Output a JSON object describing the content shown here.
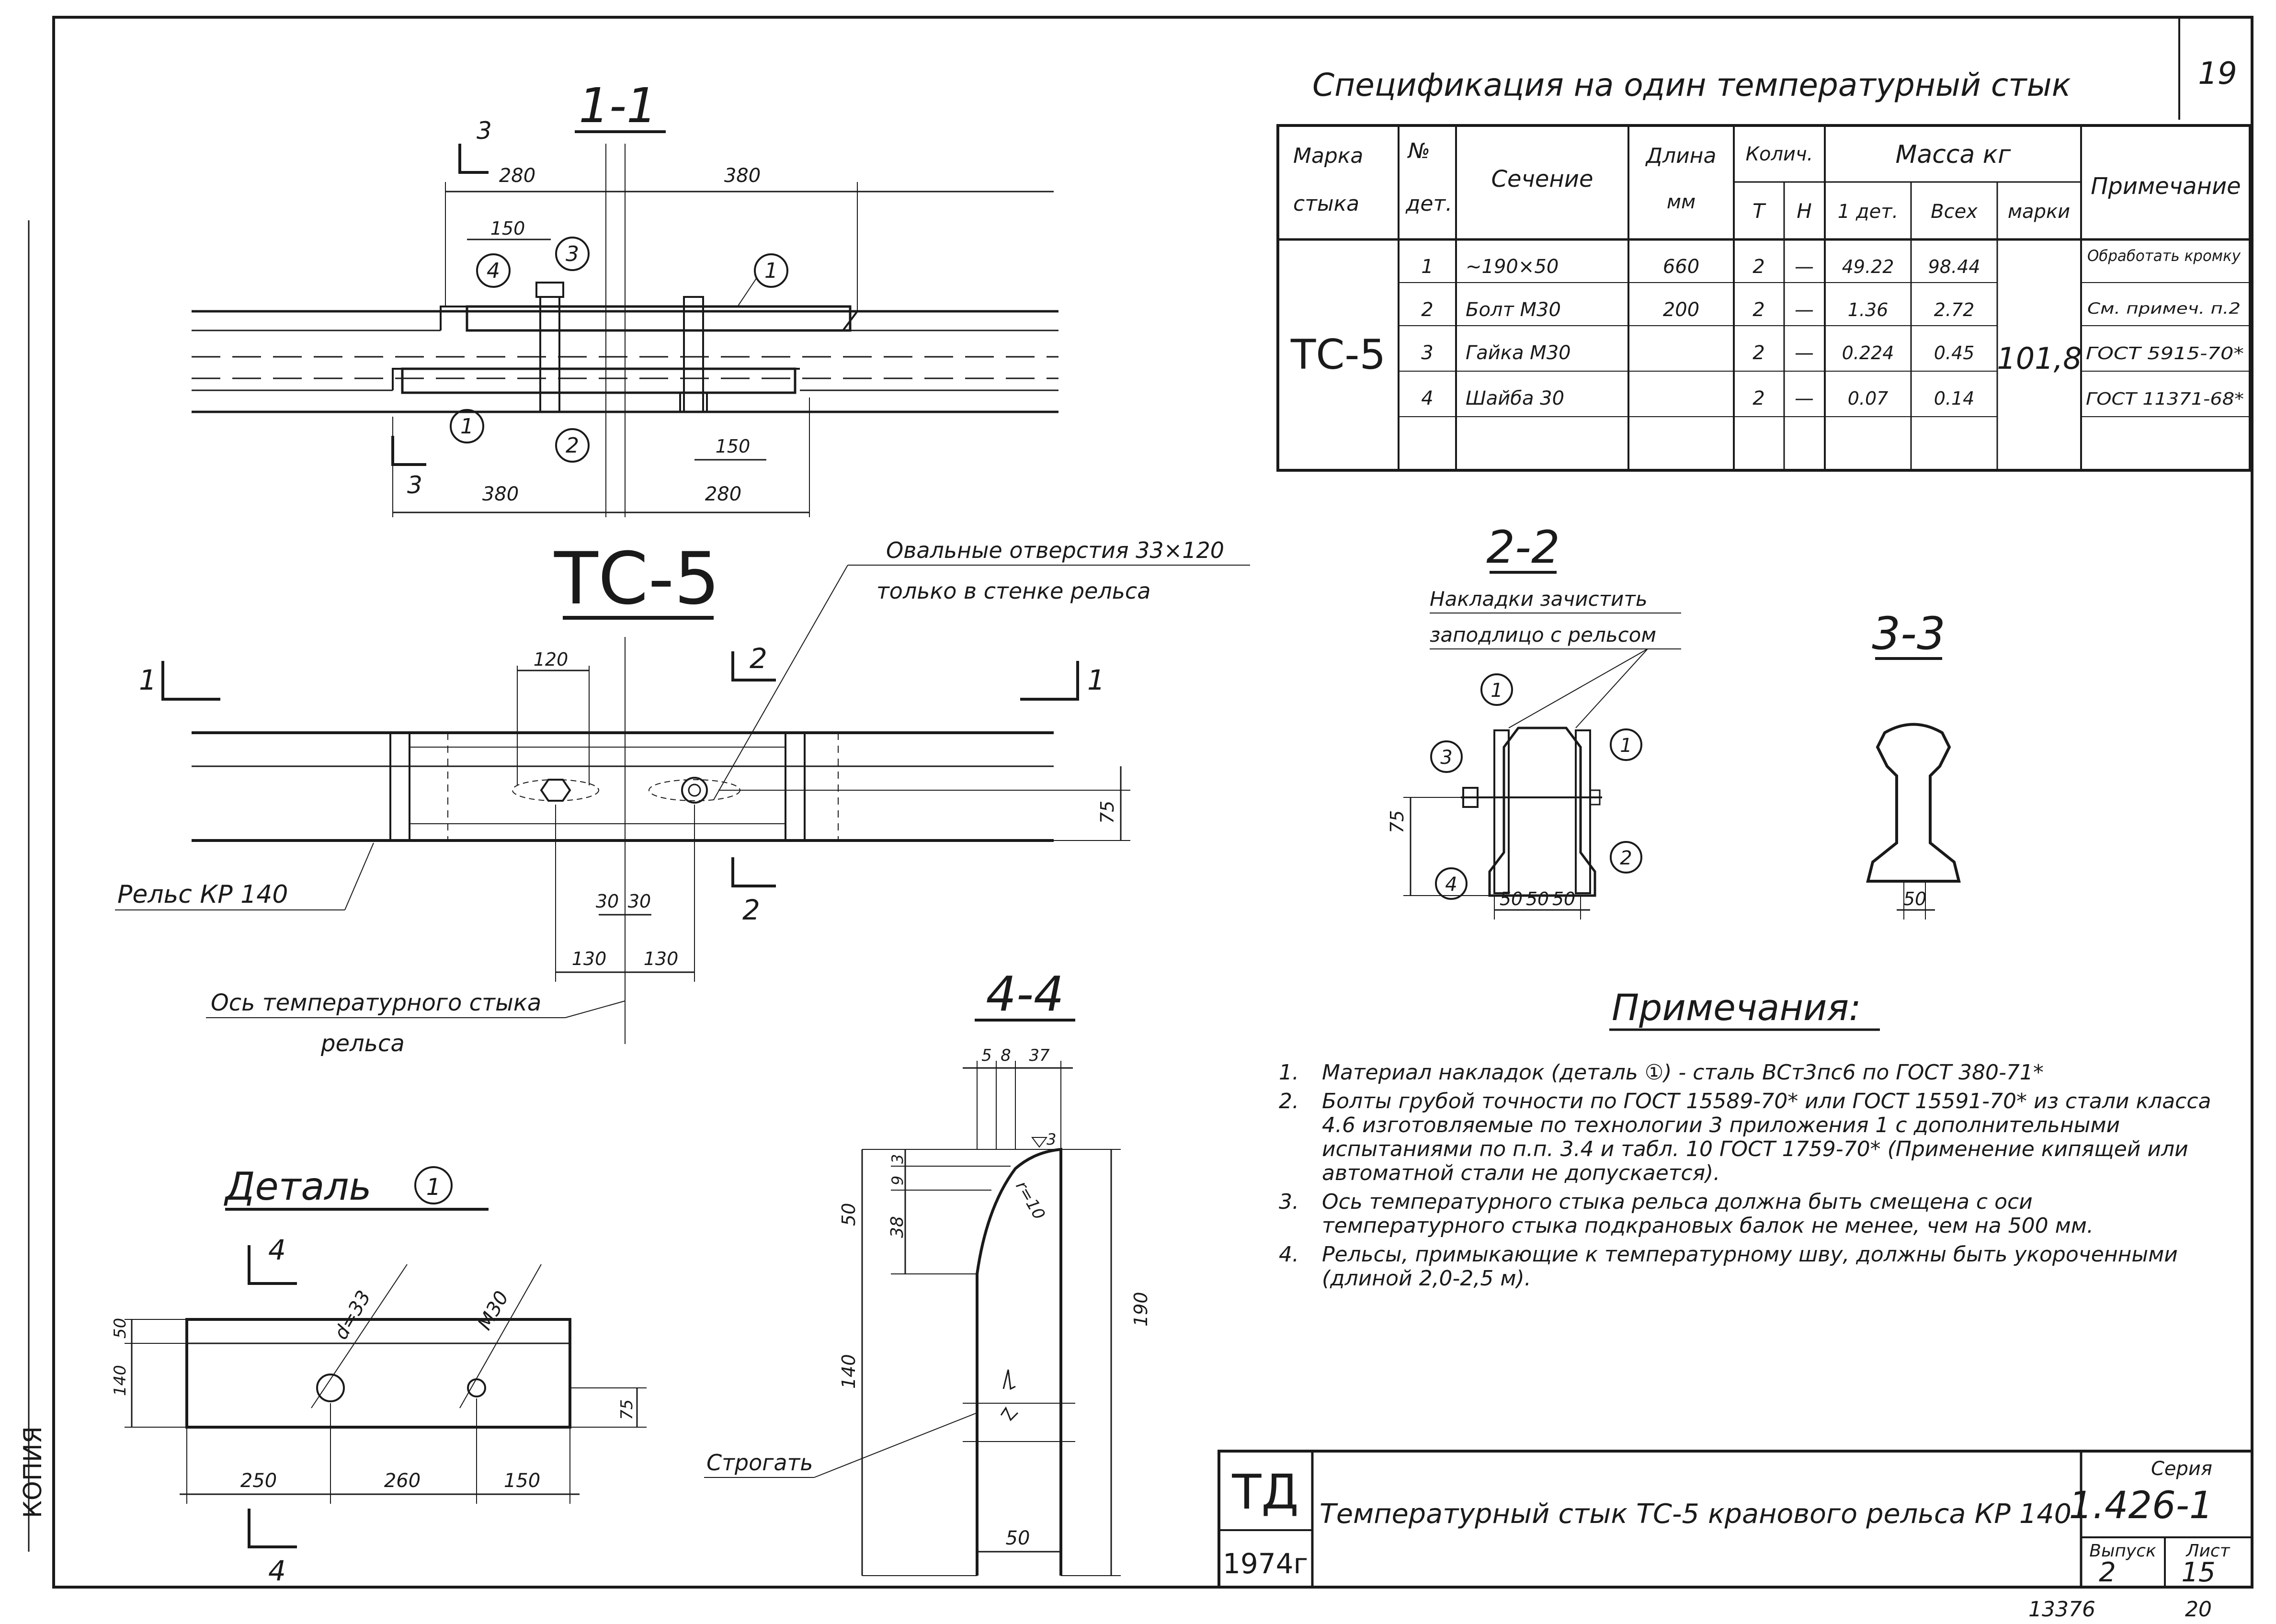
{
  "sheet_number": "19",
  "spec": {
    "title": "Спецификация на один температурный стык",
    "headers": {
      "mark": "Марка стыка",
      "mark_line1": "Марка",
      "mark_line2": "стыка",
      "det_line1": "№",
      "det_line2": "дет.",
      "section": "Сечение",
      "length_line1": "Длина",
      "length_line2": "мм",
      "qty": "Колич.",
      "qty_t": "Т",
      "qty_n": "Н",
      "mass": "Масса кг",
      "mass_one": "1 дет.",
      "mass_all": "Всех",
      "mass_mark": "марки",
      "note": "Примечание"
    },
    "mark": "ТС-5",
    "mark_total": "101,8",
    "rows": [
      {
        "det": "1",
        "section": "~190×50",
        "length": "660",
        "qty_t": "2",
        "qty_n": "—",
        "one": "49.22",
        "all": "98.44",
        "note": "Обработать кромку"
      },
      {
        "det": "2",
        "section": "Болт М30",
        "length": "200",
        "qty_t": "2",
        "qty_n": "—",
        "one": "1.36",
        "all": "2.72",
        "note": "См. примеч. п.2"
      },
      {
        "det": "3",
        "section": "Гайка М30",
        "length": "",
        "qty_t": "2",
        "qty_n": "—",
        "one": "0.224",
        "all": "0.45",
        "note": "ГОСТ 5915-70*"
      },
      {
        "det": "4",
        "section": "Шайба 30",
        "length": "",
        "qty_t": "2",
        "qty_n": "—",
        "one": "0.07",
        "all": "0.14",
        "note": "ГОСТ 11371-68*"
      }
    ]
  },
  "views": {
    "v11": {
      "title": "1-1",
      "d280a": "280",
      "d380a": "380",
      "d150a": "150",
      "d380b": "380",
      "d280b": "280",
      "d150b": "150",
      "cut": "3"
    },
    "tc5": {
      "title": "ТС-5",
      "oval": "Овальные отверстия 33×120",
      "oval2": "только в стенке рельса",
      "rail": "Рельс КР 140",
      "axis": "Ось температурного стыка",
      "axis2": "рельса",
      "d120": "120",
      "d30a": "30",
      "d30b": "30",
      "d130a": "130",
      "d130b": "130",
      "d75": "75",
      "cut1": "1",
      "cut2": "2"
    },
    "v22": {
      "title": "2-2",
      "note1": "Накладки зачистить",
      "note2": "заподлицо с рельсом",
      "d75": "75",
      "d50a": "50",
      "d50b": "50",
      "d50c": "50"
    },
    "v33": {
      "title": "3-3",
      "d50": "50"
    },
    "v44": {
      "title": "4-4",
      "d5": "5",
      "d8": "8",
      "d37": "37",
      "d3a": "3",
      "d9": "9",
      "d38": "38",
      "d50": "50",
      "d140": "140",
      "d190": "190",
      "d3b": "3",
      "r10": "r=10",
      "plane": "Строгать",
      "d50b": "50"
    },
    "detail": {
      "title": "Деталь",
      "num": "1",
      "d33": "d=33",
      "m30": "М30",
      "d250": "250",
      "d260": "260",
      "d150": "150",
      "d50": "50",
      "d140": "140",
      "d75": "75",
      "cut": "4"
    }
  },
  "notes": {
    "title": "Примечания:",
    "items": [
      {
        "num": "1.",
        "text": "Материал накладок (деталь ①) - сталь ВСт3пс6 по ГОСТ 380-71*"
      },
      {
        "num": "2.",
        "text": "Болты грубой точности по ГОСТ 15589-70* или ГОСТ 15591-70* из стали класса 4.6 изготовляемые по технологии 3 приложения 1 с дополнительными испытаниями по п.п. 3.4 и табл. 10 ГОСТ 1759-70* (Применение кипящей или автоматной стали не допускается)."
      },
      {
        "num": "3.",
        "text": "Ось температурного стыка рельса должна быть смещена с оси температурного стыка подкрановых балок не менее, чем на 500 мм."
      },
      {
        "num": "4.",
        "text": "Рельсы, примыкающие к температурному шву, должны быть укороченными (длиной 2,0-2,5 м)."
      }
    ]
  },
  "stamp": {
    "org": "ТД",
    "year": "1974г",
    "title": "Температурный стык ТС-5 кранового рельса КР 140",
    "series_label": "Серия",
    "series": "1.426-1",
    "issue_label": "Выпуск",
    "issue": "2",
    "sheet_label": "Лист",
    "sheet": "15"
  },
  "footer": {
    "code": "13376",
    "page": "20"
  },
  "margin_text": "КОПИЯ"
}
